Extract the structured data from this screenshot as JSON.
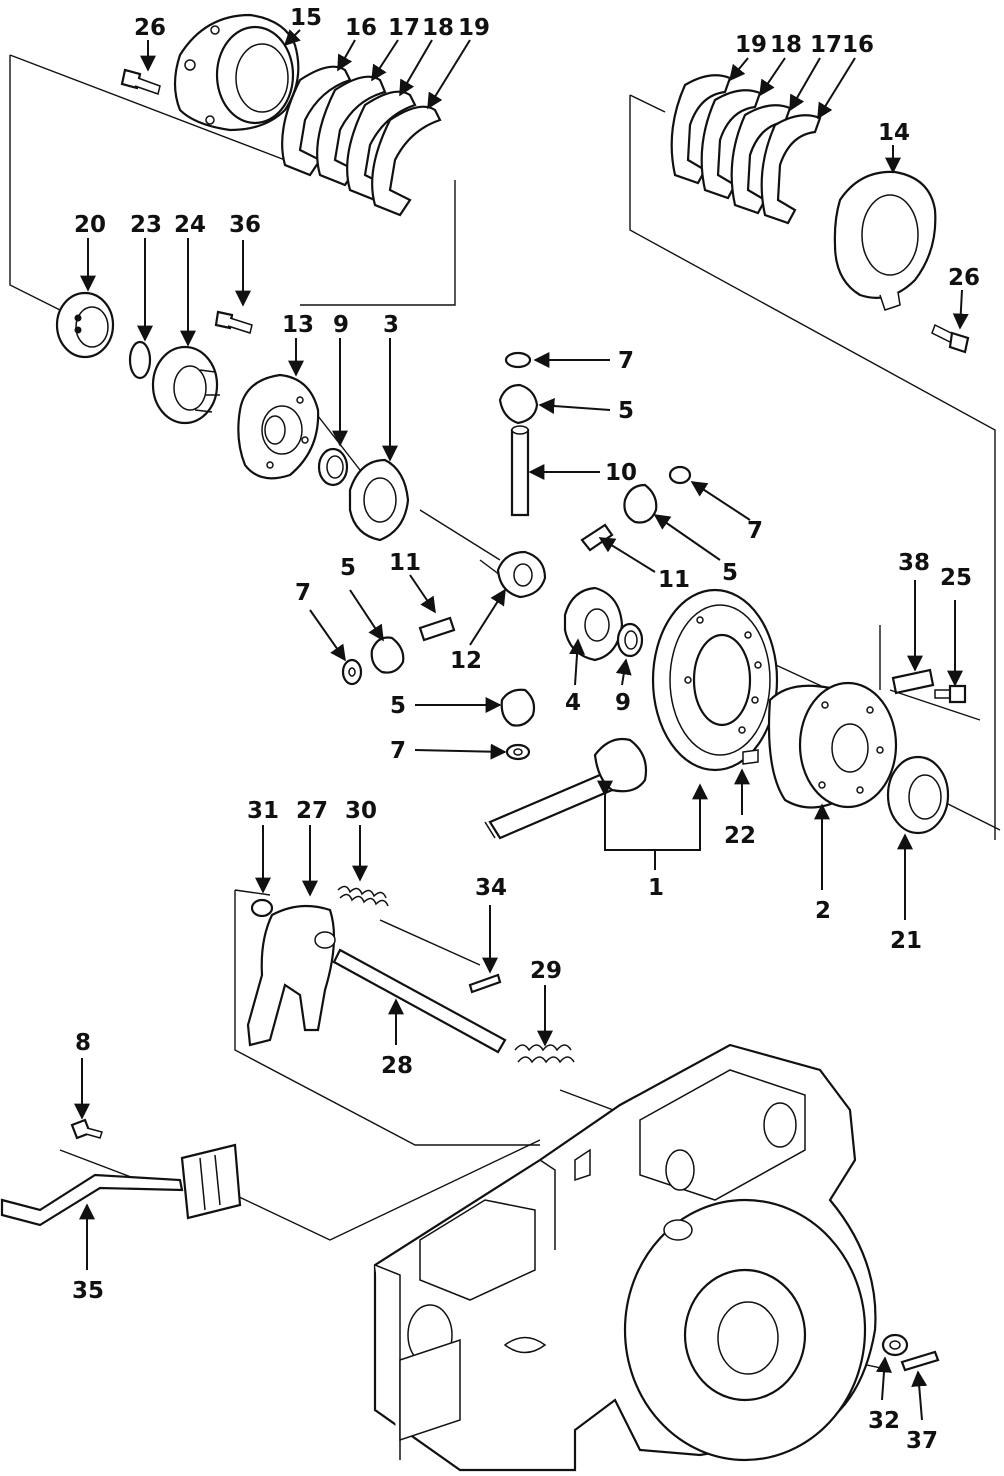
{
  "diagram": {
    "type": "exploded-parts-diagram",
    "line_color": "#111111",
    "background_color": "#ffffff"
  },
  "callouts": {
    "c1": "1",
    "c2": "2",
    "c3": "3",
    "c4": "4",
    "c5a": "5",
    "c5b": "5",
    "c5c": "5",
    "c5d": "5",
    "c7a": "7",
    "c7b": "7",
    "c7c": "7",
    "c7d": "7",
    "c8": "8",
    "c9a": "9",
    "c9b": "9",
    "c10": "10",
    "c11a": "11",
    "c11b": "11",
    "c12": "12",
    "c13": "13",
    "c14": "14",
    "c15": "15",
    "c16a": "16",
    "c17a": "17",
    "c18a": "18",
    "c19a": "19",
    "c16b": "16",
    "c17b": "17",
    "c18b": "18",
    "c19b": "19",
    "c20": "20",
    "c21": "21",
    "c22": "22",
    "c23": "23",
    "c24": "24",
    "c25": "25",
    "c26a": "26",
    "c26b": "26",
    "c27": "27",
    "c28": "28",
    "c29": "29",
    "c30": "30",
    "c31": "31",
    "c32": "32",
    "c34": "34",
    "c35": "35",
    "c36": "36",
    "c37": "37",
    "c38": "38"
  }
}
